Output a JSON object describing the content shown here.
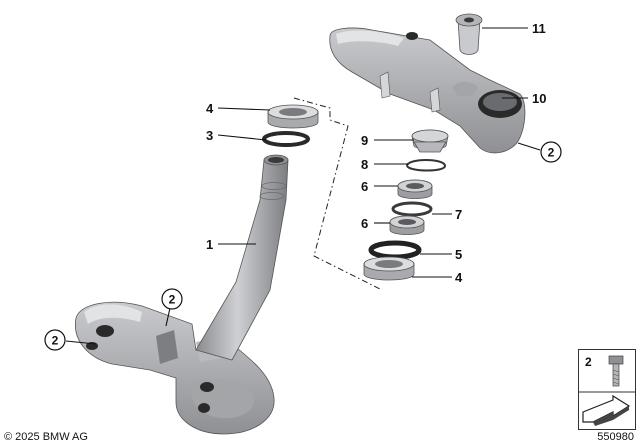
{
  "callouts": {
    "c1": "1",
    "c3": "3",
    "c4_top": "4",
    "c4_bottom": "4",
    "c5": "5",
    "c6_upper": "6",
    "c6_lower": "6",
    "c7": "7",
    "c8": "8",
    "c9": "9",
    "c10": "10",
    "c11": "11"
  },
  "circled_refs": {
    "lower_left": "2",
    "lower_center": "2",
    "upper_right": "2"
  },
  "legend": {
    "item_number": "2"
  },
  "footer": {
    "copyright": "© 2025 BMW AG",
    "drawing_number": "550980"
  },
  "colors": {
    "part_dark": "#8f9094",
    "part_mid": "#b4b5b8",
    "part_light": "#d9dadc",
    "part_black": "#2a2a2a",
    "text": "#111111"
  },
  "icons": {
    "bolt": "bolt-icon",
    "arrow": "arrow-icon"
  }
}
